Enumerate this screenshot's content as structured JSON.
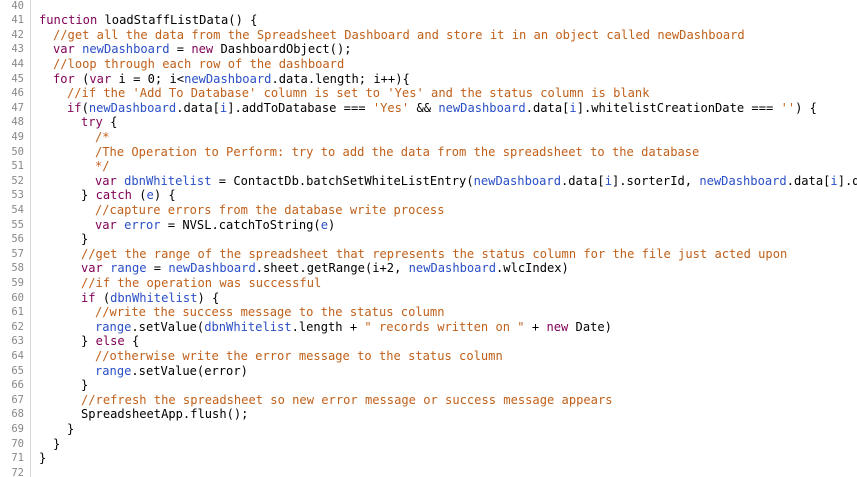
{
  "editor": {
    "lines": [
      {
        "n": "40",
        "parts": []
      },
      {
        "n": "41",
        "indent": 0,
        "parts": [
          {
            "t": "function",
            "c": "kw"
          },
          {
            "t": " loadStaffListData() {",
            "c": "pl"
          }
        ]
      },
      {
        "n": "42",
        "indent": 1,
        "parts": [
          {
            "t": "//get all the data from the Spreadsheet Dashboard and store it in an object called newDashboard",
            "c": "cm"
          }
        ]
      },
      {
        "n": "43",
        "indent": 1,
        "parts": [
          {
            "t": "var",
            "c": "kw"
          },
          {
            "t": " ",
            "c": "pl"
          },
          {
            "t": "newDashboard",
            "c": "vr"
          },
          {
            "t": " = ",
            "c": "pl"
          },
          {
            "t": "new",
            "c": "kw"
          },
          {
            "t": " DashboardObject();",
            "c": "pl"
          }
        ]
      },
      {
        "n": "44",
        "indent": 1,
        "parts": [
          {
            "t": "//loop through each row of the dashboard",
            "c": "cm"
          }
        ]
      },
      {
        "n": "45",
        "indent": 1,
        "parts": [
          {
            "t": "for",
            "c": "kw"
          },
          {
            "t": " (",
            "c": "pl"
          },
          {
            "t": "var",
            "c": "kw"
          },
          {
            "t": " i = 0; i<",
            "c": "pl"
          },
          {
            "t": "newDashboard",
            "c": "vr"
          },
          {
            "t": ".data.length; i++){",
            "c": "pl"
          }
        ]
      },
      {
        "n": "46",
        "indent": 2,
        "parts": [
          {
            "t": "//if the 'Add To Database' column is set to 'Yes' and the status column is blank",
            "c": "cm"
          }
        ]
      },
      {
        "n": "47",
        "indent": 2,
        "parts": [
          {
            "t": "if",
            "c": "kw"
          },
          {
            "t": "(",
            "c": "pl"
          },
          {
            "t": "newDashboard",
            "c": "vr"
          },
          {
            "t": ".data[",
            "c": "pl"
          },
          {
            "t": "i",
            "c": "vr"
          },
          {
            "t": "].addToDatabase === ",
            "c": "pl"
          },
          {
            "t": "'Yes'",
            "c": "st"
          },
          {
            "t": " && ",
            "c": "pl"
          },
          {
            "t": "newDashboard",
            "c": "vr"
          },
          {
            "t": ".data[",
            "c": "pl"
          },
          {
            "t": "i",
            "c": "vr"
          },
          {
            "t": "].whitelistCreationDate === ",
            "c": "pl"
          },
          {
            "t": "''",
            "c": "st"
          },
          {
            "t": ") {",
            "c": "pl"
          }
        ]
      },
      {
        "n": "48",
        "indent": 3,
        "parts": [
          {
            "t": "try",
            "c": "kw"
          },
          {
            "t": " {",
            "c": "pl"
          }
        ]
      },
      {
        "n": "49",
        "indent": 4,
        "parts": [
          {
            "t": "/*",
            "c": "cm"
          }
        ]
      },
      {
        "n": "50",
        "indent": 4,
        "parts": [
          {
            "t": "/The Operation to Perform: try to add the data from the spreadsheet to the database",
            "c": "cm"
          }
        ]
      },
      {
        "n": "51",
        "indent": 4,
        "parts": [
          {
            "t": "*/",
            "c": "cm"
          }
        ]
      },
      {
        "n": "52",
        "indent": 4,
        "parts": [
          {
            "t": "var",
            "c": "kw"
          },
          {
            "t": " ",
            "c": "pl"
          },
          {
            "t": "dbnWhitelist",
            "c": "vr"
          },
          {
            "t": " = ContactDb.batchSetWhiteListEntry(",
            "c": "pl"
          },
          {
            "t": "newDashboard",
            "c": "vr"
          },
          {
            "t": ".data[",
            "c": "pl"
          },
          {
            "t": "i",
            "c": "vr"
          },
          {
            "t": "].sorterId, ",
            "c": "pl"
          },
          {
            "t": "newDashboard",
            "c": "vr"
          },
          {
            "t": ".data[",
            "c": "pl"
          },
          {
            "t": "i",
            "c": "vr"
          },
          {
            "t": "].dbn)",
            "c": "pl"
          }
        ]
      },
      {
        "n": "53",
        "indent": 3,
        "parts": [
          {
            "t": "} ",
            "c": "pl"
          },
          {
            "t": "catch",
            "c": "kw"
          },
          {
            "t": " (",
            "c": "pl"
          },
          {
            "t": "e",
            "c": "vr"
          },
          {
            "t": ") {",
            "c": "pl"
          }
        ]
      },
      {
        "n": "54",
        "indent": 4,
        "parts": [
          {
            "t": "//capture errors from the database write process",
            "c": "cm"
          }
        ]
      },
      {
        "n": "55",
        "indent": 4,
        "parts": [
          {
            "t": "var",
            "c": "kw"
          },
          {
            "t": " ",
            "c": "pl"
          },
          {
            "t": "error",
            "c": "vr"
          },
          {
            "t": " = NVSL.catchToString(",
            "c": "pl"
          },
          {
            "t": "e",
            "c": "vr"
          },
          {
            "t": ")",
            "c": "pl"
          }
        ]
      },
      {
        "n": "56",
        "indent": 3,
        "parts": [
          {
            "t": "}",
            "c": "pl"
          }
        ]
      },
      {
        "n": "57",
        "indent": 3,
        "parts": [
          {
            "t": "//get the range of the spreadsheet that represents the status column for the file just acted upon",
            "c": "cm"
          }
        ]
      },
      {
        "n": "58",
        "indent": 3,
        "parts": [
          {
            "t": "var",
            "c": "kw"
          },
          {
            "t": " ",
            "c": "pl"
          },
          {
            "t": "range",
            "c": "vr"
          },
          {
            "t": " = ",
            "c": "pl"
          },
          {
            "t": "newDashboard",
            "c": "vr"
          },
          {
            "t": ".sheet.getRange(i+2, ",
            "c": "pl"
          },
          {
            "t": "newDashboard",
            "c": "vr"
          },
          {
            "t": ".wlcIndex)",
            "c": "pl"
          }
        ]
      },
      {
        "n": "59",
        "indent": 3,
        "parts": [
          {
            "t": "//if the operation was successful",
            "c": "cm"
          }
        ]
      },
      {
        "n": "60",
        "indent": 3,
        "parts": [
          {
            "t": "if",
            "c": "kw"
          },
          {
            "t": " (",
            "c": "pl"
          },
          {
            "t": "dbnWhitelist",
            "c": "vr"
          },
          {
            "t": ") {",
            "c": "pl"
          }
        ]
      },
      {
        "n": "61",
        "indent": 4,
        "parts": [
          {
            "t": "//write the success message to the status column",
            "c": "cm"
          }
        ]
      },
      {
        "n": "62",
        "indent": 4,
        "parts": [
          {
            "t": "range",
            "c": "vr"
          },
          {
            "t": ".setValue(",
            "c": "pl"
          },
          {
            "t": "dbnWhitelist",
            "c": "vr"
          },
          {
            "t": ".length + ",
            "c": "pl"
          },
          {
            "t": "\" records written on \"",
            "c": "st"
          },
          {
            "t": " + ",
            "c": "pl"
          },
          {
            "t": "new",
            "c": "kw"
          },
          {
            "t": " Date)",
            "c": "pl"
          }
        ]
      },
      {
        "n": "63",
        "indent": 3,
        "parts": [
          {
            "t": "} ",
            "c": "pl"
          },
          {
            "t": "else",
            "c": "kw"
          },
          {
            "t": " {",
            "c": "pl"
          }
        ]
      },
      {
        "n": "64",
        "indent": 4,
        "parts": [
          {
            "t": "//otherwise write the error message to the status column",
            "c": "cm"
          }
        ]
      },
      {
        "n": "65",
        "indent": 4,
        "parts": [
          {
            "t": "range",
            "c": "vr"
          },
          {
            "t": ".setValue(error)",
            "c": "pl"
          }
        ]
      },
      {
        "n": "66",
        "indent": 3,
        "parts": [
          {
            "t": "}",
            "c": "pl"
          }
        ]
      },
      {
        "n": "67",
        "indent": 3,
        "parts": [
          {
            "t": "//refresh the spreadsheet so new error message or success message appears",
            "c": "cm"
          }
        ]
      },
      {
        "n": "68",
        "indent": 3,
        "parts": [
          {
            "t": "SpreadsheetApp.flush();",
            "c": "pl"
          }
        ]
      },
      {
        "n": "69",
        "indent": 2,
        "parts": [
          {
            "t": "}",
            "c": "pl"
          }
        ]
      },
      {
        "n": "70",
        "indent": 1,
        "parts": [
          {
            "t": "}",
            "c": "pl"
          }
        ]
      },
      {
        "n": "71",
        "indent": 0,
        "parts": [
          {
            "t": "}",
            "c": "pl"
          }
        ]
      },
      {
        "n": "72",
        "parts": []
      }
    ]
  }
}
